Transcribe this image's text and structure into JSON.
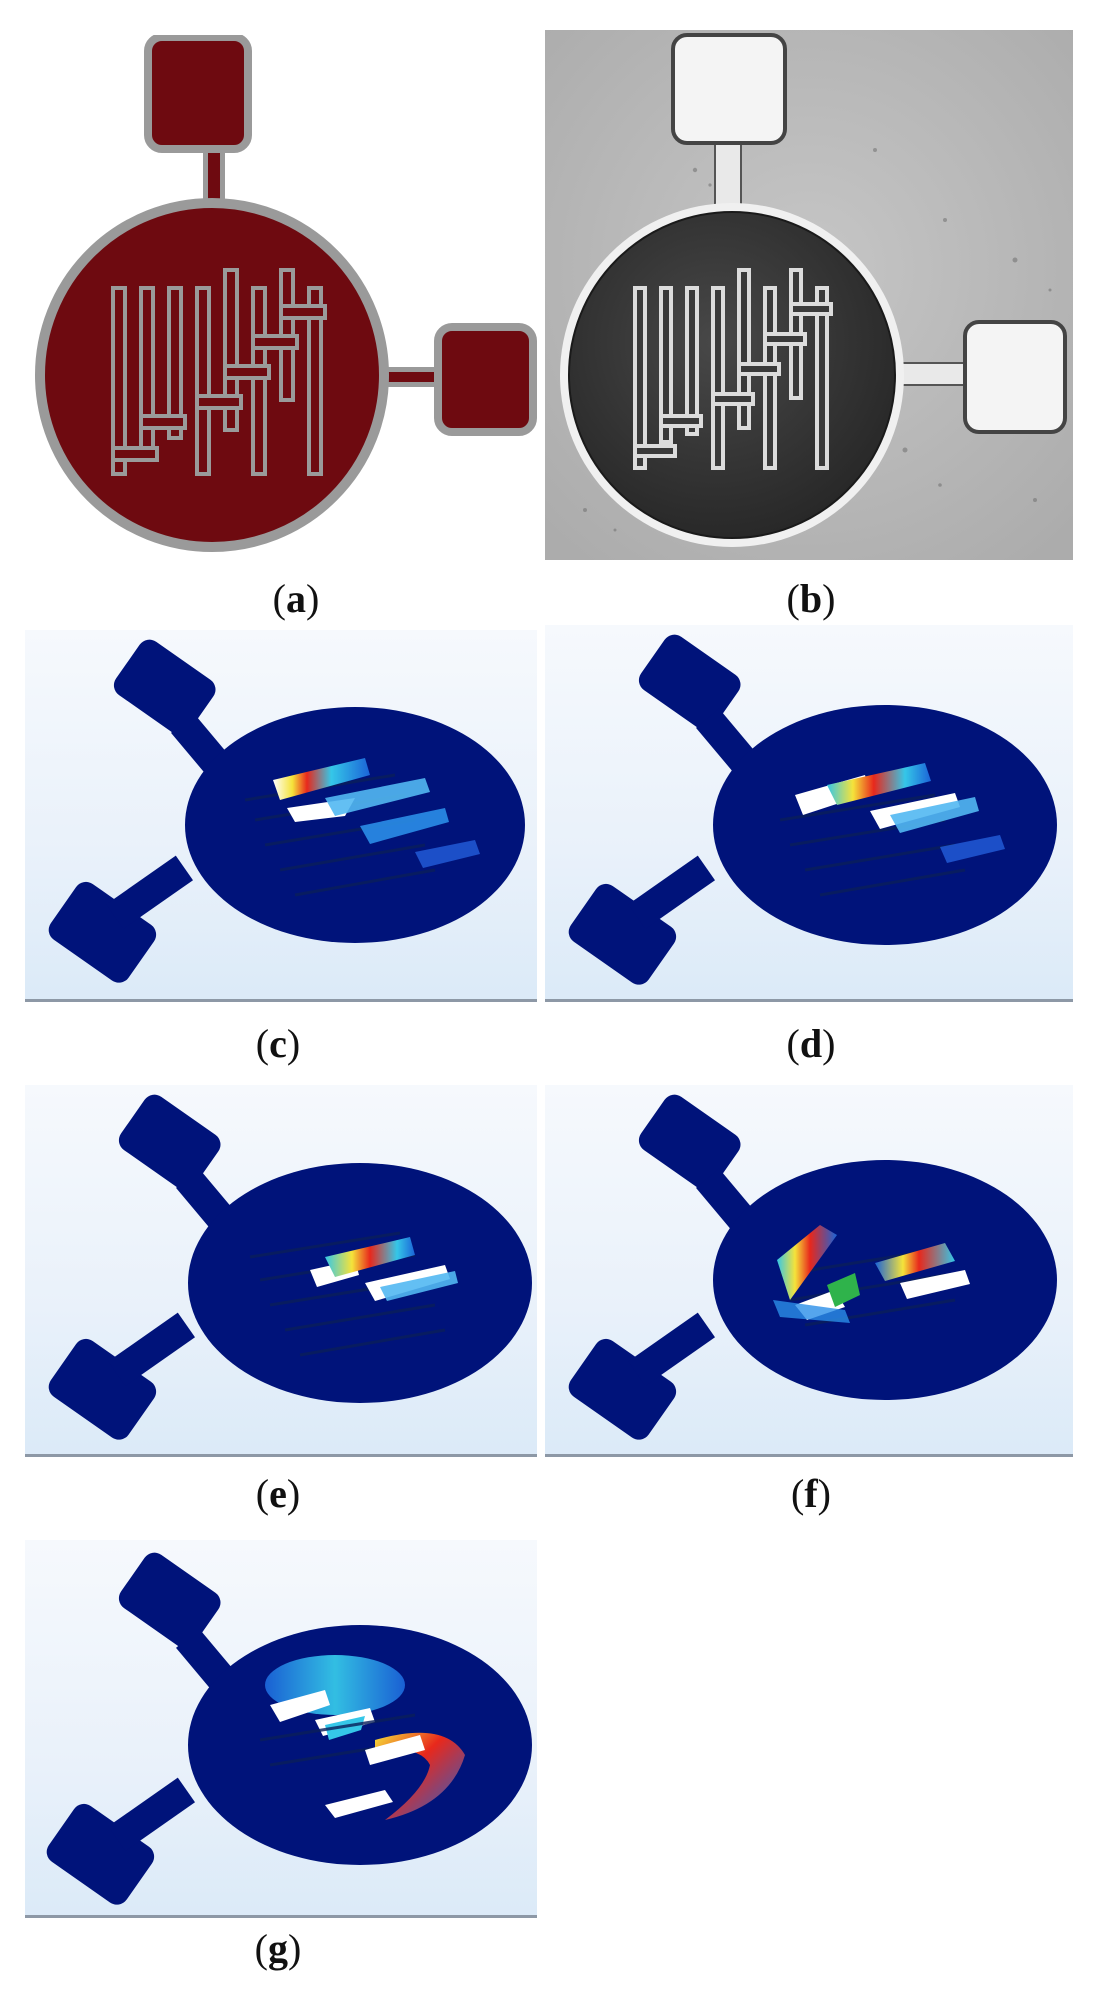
{
  "figure": {
    "panels": [
      {
        "id": "a",
        "caption": "a",
        "kind": "device-layout-schematic"
      },
      {
        "id": "b",
        "caption": "b",
        "kind": "micrograph"
      },
      {
        "id": "c",
        "caption": "c",
        "kind": "simulation-mode"
      },
      {
        "id": "d",
        "caption": "d",
        "kind": "simulation-mode"
      },
      {
        "id": "e",
        "caption": "e",
        "kind": "simulation-mode"
      },
      {
        "id": "f",
        "caption": "f",
        "kind": "simulation-mode"
      },
      {
        "id": "g",
        "caption": "g",
        "kind": "simulation-mode"
      }
    ],
    "colors": {
      "device_fill": "#6e0a10",
      "device_outline": "#9a9a9a",
      "micrograph_background": "#b9b9b9",
      "micrograph_membrane": "#3a3a3a",
      "micrograph_pad": "#f4f4f4",
      "sim_body": "#00137a",
      "sim_high": "#e8281c",
      "sim_mid": "#f5e33a",
      "sim_low": "#35c7e8"
    }
  }
}
